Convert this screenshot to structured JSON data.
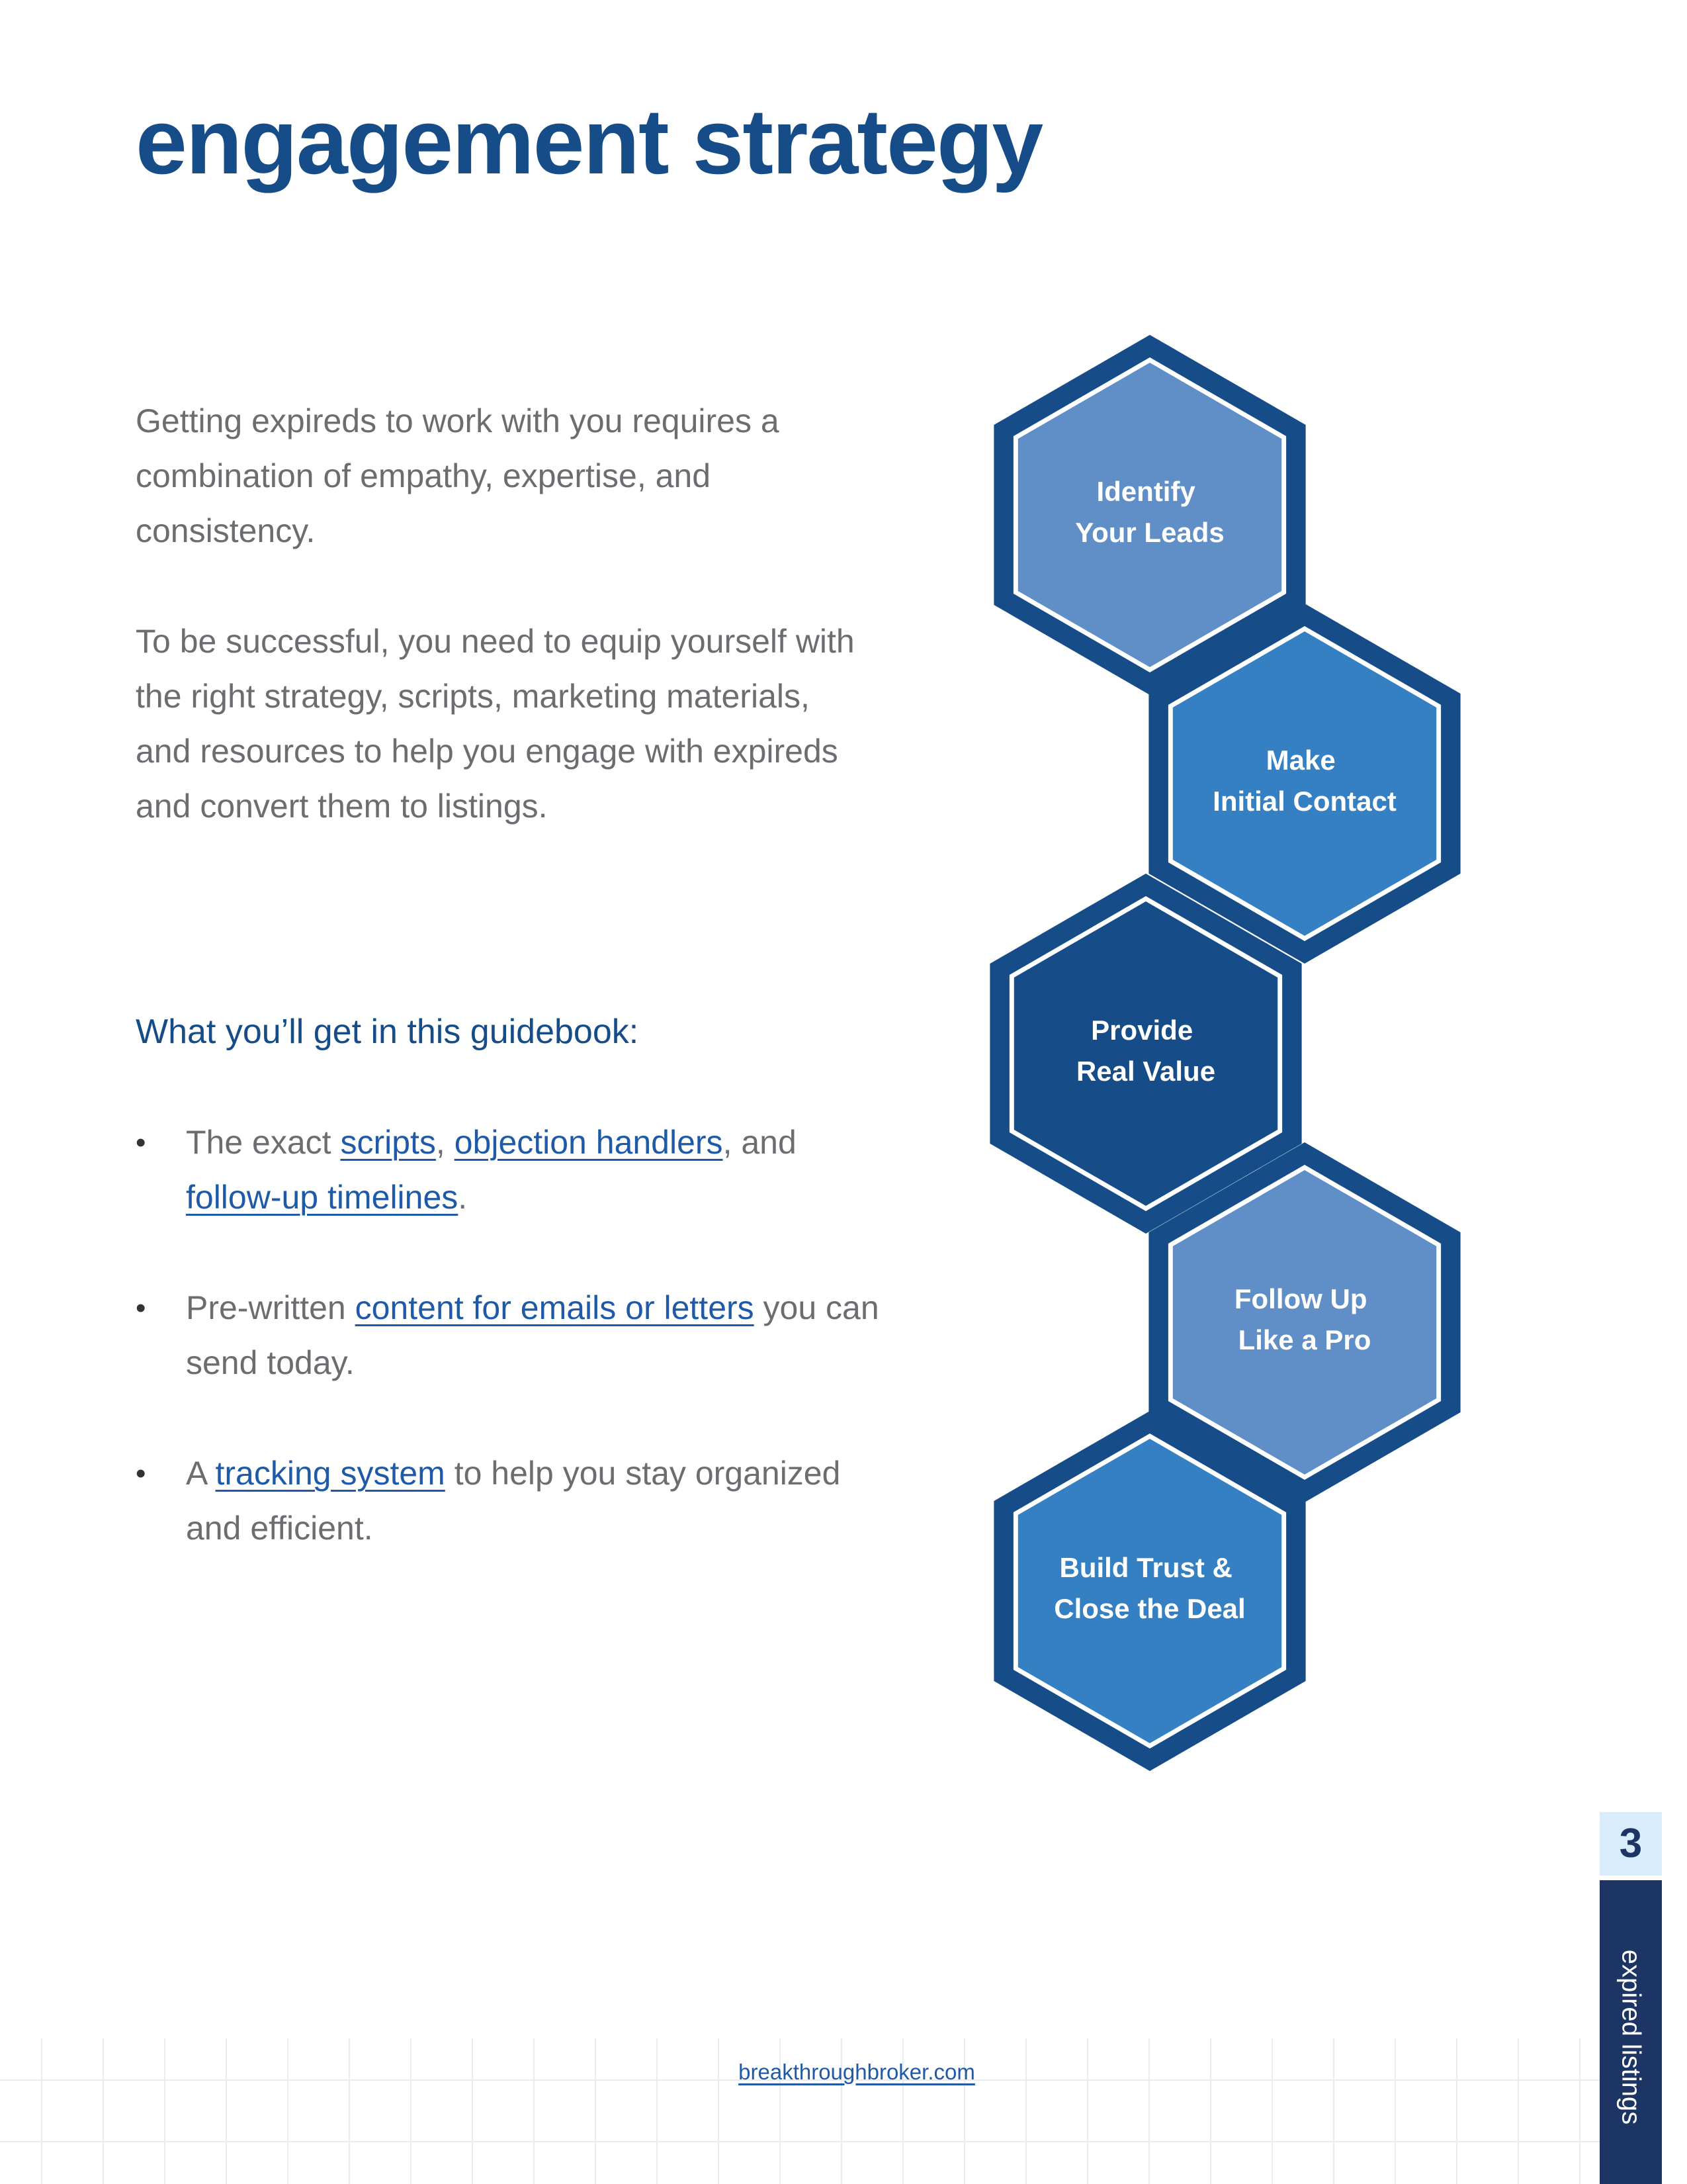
{
  "header": {
    "title": "engagement strategy"
  },
  "intro": {
    "paragraph_1": "Getting expireds to work with you requires a combination of empathy, expertise, and consistency.",
    "paragraph_2": "To be successful, you need to equip yourself with the right strategy, scripts, marketing materials, and resources to help you engage with expireds and convert them to listings."
  },
  "guidebook": {
    "heading": "What you’ll get in this guidebook:",
    "bullet_symbol": "•",
    "bullets": [
      {
        "t1": "The exact ",
        "link1": "scripts",
        "t2": ", ",
        "link2": "objection handlers",
        "t3": ", and ",
        "link3": "follow-up timelines",
        "t4": "."
      },
      {
        "t1": "Pre-written ",
        "link1": "content for emails or letters",
        "t2": " you can send today."
      },
      {
        "t1": "A ",
        "link1": "tracking system",
        "t2": " to help you stay organized and efficient."
      }
    ]
  },
  "steps": [
    {
      "line1": "Identify",
      "line2": "Your Leads",
      "color": "#5f8fc6"
    },
    {
      "line1": "Make",
      "line2": "Initial Contact",
      "color": "#3480c3"
    },
    {
      "line1": "Provide",
      "line2": "Real Value",
      "color": "#164d88"
    },
    {
      "line1": "Follow Up",
      "line2": "Like a Pro",
      "color": "#5f8fc6"
    },
    {
      "line1": "Build Trust &",
      "line2": "Close the Deal",
      "color": "#3480c3"
    }
  ],
  "colors": {
    "title": "#164d88",
    "hex_border": "#164d88",
    "side_tab": "#1c3564",
    "page_number_bg": "#d9ecfc",
    "link": "#1f5aa8"
  },
  "footer": {
    "website": "breakthroughbroker.com",
    "page_number": "3",
    "section_label": "expired listings"
  }
}
